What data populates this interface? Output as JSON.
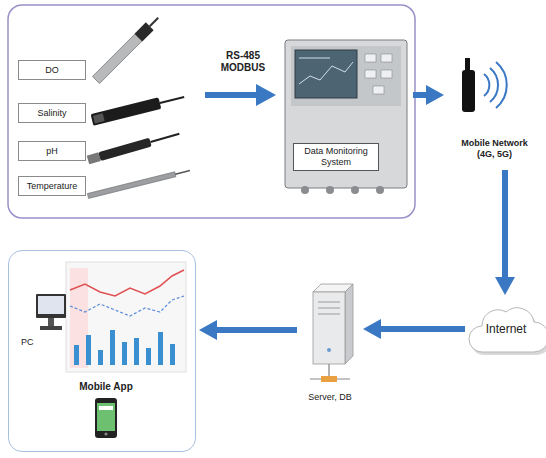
{
  "diagram": {
    "nodes": [
      {
        "text": [
          "DO"
        ]
      },
      {
        "text": [
          "Salinity"
        ]
      },
      {
        "text": [
          "pH"
        ]
      },
      {
        "text": [
          "Temperature"
        ]
      },
      {
        "text": [
          "Data Monitoring System"
        ]
      },
      {
        "text": [
          "Mobile Network (4G, 5G)"
        ]
      },
      {
        "text": [
          "Internet"
        ]
      },
      {
        "text": [
          "Server, DB"
        ]
      },
      {
        "text": [
          "PC",
          "Mobile App"
        ]
      }
    ],
    "edges": [
      {
        "from": 4,
        "to": 5,
        "arrow": "to"
      },
      {
        "from": 5,
        "to": 6,
        "arrow": "to"
      },
      {
        "from": 6,
        "to": 7,
        "arrow": "to"
      },
      {
        "from": 7,
        "to": 8,
        "arrow": "to"
      }
    ],
    "labels": [
      "RS-485 MODBUS"
    ]
  }
}
